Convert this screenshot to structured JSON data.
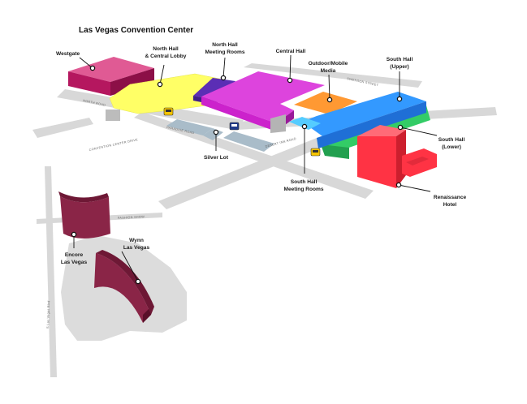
{
  "title": "Las Vegas Convention Center",
  "labels": {
    "westgate": "Westgate",
    "north_hall_1": "North Hall",
    "north_hall_2": "& Central Lobby",
    "nh_meeting_1": "North Hall",
    "nh_meeting_2": "Meeting Rooms",
    "central_hall": "Central Hall",
    "outdoor_1": "Outdoor/Mobile",
    "outdoor_2": "Media",
    "south_upper_1": "South Hall",
    "south_upper_2": "(Upper)",
    "south_lower_1": "South Hall",
    "south_lower_2": "(Lower)",
    "silver_lot": "Silver Lot",
    "sh_meeting_1": "South Hall",
    "sh_meeting_2": "Meeting Rooms",
    "renaissance_1": "Renaissance",
    "renaissance_2": "Hotel",
    "encore_1": "Encore",
    "encore_2": "Las Vegas",
    "wynn_1": "Wynn",
    "wynn_2": "Las Vegas"
  },
  "streets": {
    "north_road": "NORTH ROAD",
    "convention_center": "CONVENTION CENTER DRIVE",
    "paradise": "PARADISE ROAD",
    "desert_inn": "DESERT INN ROAD",
    "swenson": "SWENSON STREET",
    "fashion_show": "FASHION SHOW",
    "las_vegas_blvd": "S Las Vegas Blvd"
  },
  "colors": {
    "westgate": "#b5175f",
    "north_hall": "#ffff66",
    "nh_meeting": "#5b2eb5",
    "central_hall": "#cc22cc",
    "outdoor": "#ff9933",
    "south_upper": "#2288ee",
    "south_lower": "#33cc66",
    "sh_meeting": "#55ccff",
    "renaissance": "#ff3344",
    "wynn": "#6e1835",
    "lot": "#a9bcc9",
    "road": "#d8d8d8"
  },
  "icons": [
    "taxi-icon",
    "bus-icon",
    "taxi-icon"
  ]
}
